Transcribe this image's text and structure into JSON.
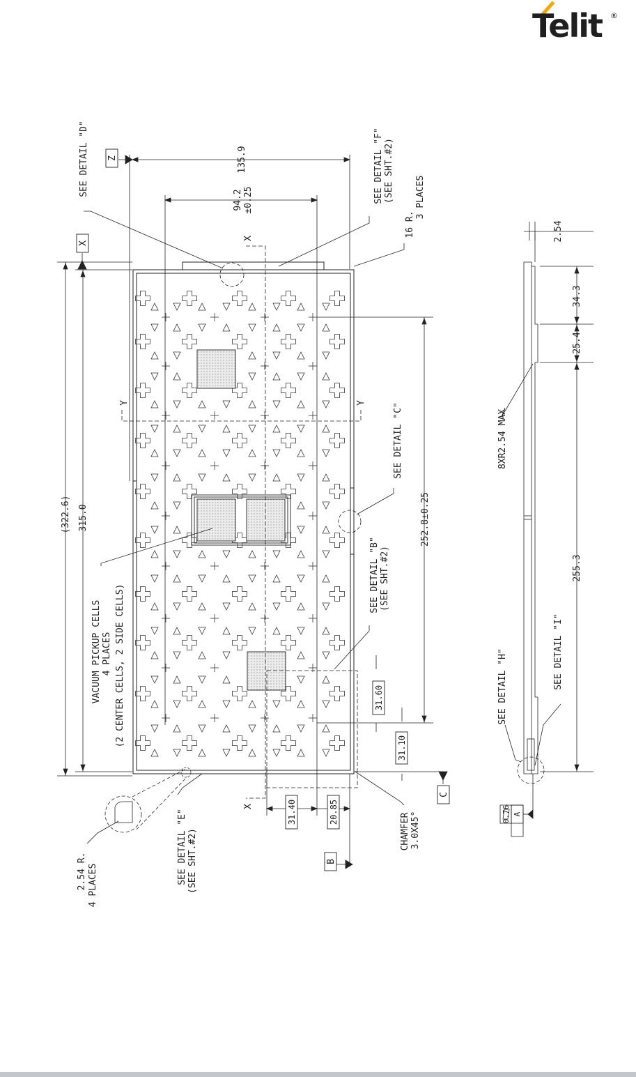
{
  "brand": {
    "name": "Telit",
    "registered_mark": "®",
    "accent_color": "#f5a800"
  },
  "datum_labels": {
    "z": "Z",
    "x": "X",
    "c": "C",
    "b": "B",
    "a": "A"
  },
  "section_labels": {
    "x": "X",
    "y": "Y"
  },
  "dimensions": {
    "width_135_9": "135.9",
    "pitch_94_2": "94.2",
    "pitch_94_2_tol": "±0.25",
    "overall_322_6": "(322.6)",
    "length_315_0": "315.0",
    "span_252_8": "252.8±0.25",
    "box_31_60": "31.60",
    "box_31_10": "31.10",
    "box_31_40": "31.40",
    "box_20_85": "20.85",
    "side_2_54": "2.54",
    "side_34_3": "34.3",
    "side_25_4": "25.4",
    "side_255_3": "255.3",
    "flatness_0_76": "0.76"
  },
  "notes": {
    "detail_d": "SEE DETAIL \"D\"",
    "detail_f": "SEE DETAIL \"F\"",
    "detail_f_sheet": "(SEE SHT.#2)",
    "radius_16": "16 R.",
    "radius_16_places": "3 PLACES",
    "detail_c": "SEE DETAIL \"C\"",
    "detail_b": "SEE DETAIL \"B\"",
    "detail_b_sheet": "(SEE SHT.#2)",
    "vacuum_1": "VACUUM PICKUP CELLS",
    "vacuum_2": "4 PLACES",
    "vacuum_3": "(2 CENTER CELLS, 2 SIDE CELLS)",
    "radius_254": "2.54 R.",
    "radius_254_places": "4 PLACES",
    "detail_e": "SEE DETAIL \"E\"",
    "detail_e_sheet": "(SEE SHT.#2)",
    "chamfer_1": "CHAMFER",
    "chamfer_2": "3.0X45°",
    "fillet": "8XR2.54 MAX",
    "detail_h": "SEE DETAIL \"H\"",
    "detail_i": "SEE DETAIL \"I\""
  }
}
